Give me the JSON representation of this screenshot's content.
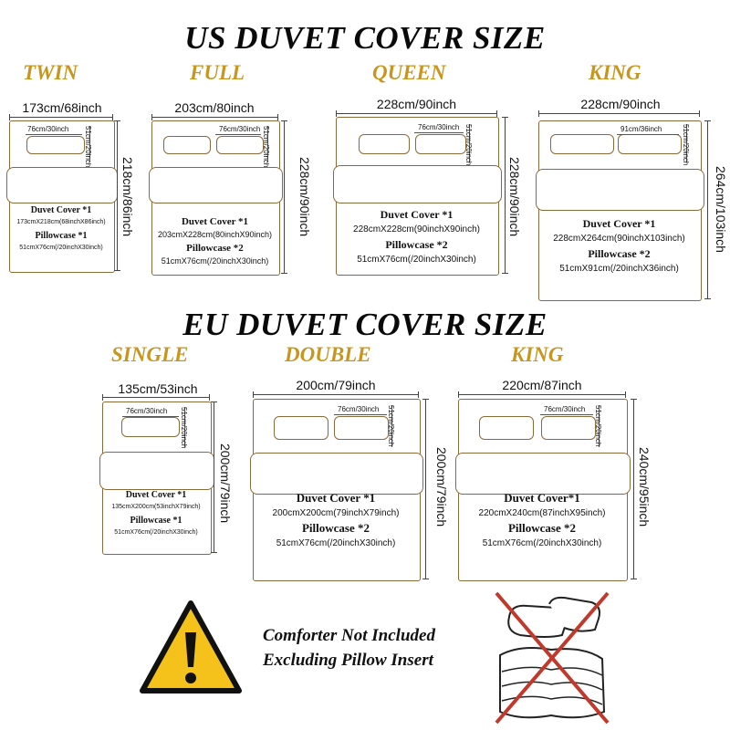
{
  "us_title": "US DUVET COVER SIZE",
  "eu_title": "EU DUVET COVER SIZE",
  "us_sizes": [
    {
      "name": "TWIN",
      "width": "173cm/68inch",
      "height": "218cm/86inch",
      "pillow_w": "76cm/30inch",
      "pillow_h": "51cm/20inch",
      "cover_label": "Duvet Cover *1",
      "cover_dim": "173cmX218cm(68inchX86inch)",
      "pillow_label": "Pillowcase *1",
      "pillow_dim": "51cmX76cm(/20inchX30inch)"
    },
    {
      "name": "FULL",
      "width": "203cm/80inch",
      "height": "228cm/90inch",
      "pillow_w": "76cm/30inch",
      "pillow_h": "51cm/20inch",
      "cover_label": "Duvet Cover *1",
      "cover_dim": "203cmX228cm(80inchX90inch)",
      "pillow_label": "Pillowcase *2",
      "pillow_dim": "51cmX76cm(/20inchX30inch)"
    },
    {
      "name": "QUEEN",
      "width": "228cm/90inch",
      "height": "228cm/90inch",
      "pillow_w": "76cm/30inch",
      "pillow_h": "51cm/20inch",
      "cover_label": "Duvet Cover *1",
      "cover_dim": "228cmX228cm(90inchX90inch)",
      "pillow_label": "Pillowcase *2",
      "pillow_dim": "51cmX76cm(/20inchX30inch)"
    },
    {
      "name": "KING",
      "width": "228cm/90inch",
      "height": "264cm/103inch",
      "pillow_w": "91cm/36inch",
      "pillow_h": "51cm/20inch",
      "cover_label": "Duvet Cover *1",
      "cover_dim": "228cmX264cm(90inchX103inch)",
      "pillow_label": "Pillowcase *2",
      "pillow_dim": "51cmX91cm(/20inchX36inch)"
    }
  ],
  "eu_sizes": [
    {
      "name": "SINGLE",
      "width": "135cm/53inch",
      "height": "200cm/79inch",
      "pillow_w": "76cm/30inch",
      "pillow_h": "51cm/20inch",
      "cover_label": "Duvet Cover *1",
      "cover_dim": "135cmX200cm(53inchX79inch)",
      "pillow_label": "Pillowcase *1",
      "pillow_dim": "51cmX76cm(/20inchX30inch)"
    },
    {
      "name": "DOUBLE",
      "width": "200cm/79inch",
      "height": "200cm/79inch",
      "pillow_w": "76cm/30inch",
      "pillow_h": "51cm/20inch",
      "cover_label": "Duvet Cover *1",
      "cover_dim": "200cmX200cm(79inchX79inch)",
      "pillow_label": "Pillowcase *2",
      "pillow_dim": "51cmX76cm(/20inchX30inch)"
    },
    {
      "name": "KING",
      "width": "220cm/87inch",
      "height": "240cm/95inch",
      "pillow_w": "76cm/30inch",
      "pillow_h": "51cm/20inch",
      "cover_label": "Duvet Cover*1",
      "cover_dim": "220cmX240cm(87inchX95inch)",
      "pillow_label": "Pillowcase *2",
      "pillow_dim": "51cmX76cm(/20inchX30inch)"
    }
  ],
  "notice": {
    "line1": "Comforter Not Included",
    "line2": "Excluding Pillow Insert",
    "warning_icon": "warning-triangle-icon",
    "crossed_icon": "crossed-comforter-icon"
  },
  "colors": {
    "size_name": "#c8961e",
    "outline": "#8b6a3a",
    "warning_fill": "#f5c21b",
    "cross": "#c0392b"
  }
}
